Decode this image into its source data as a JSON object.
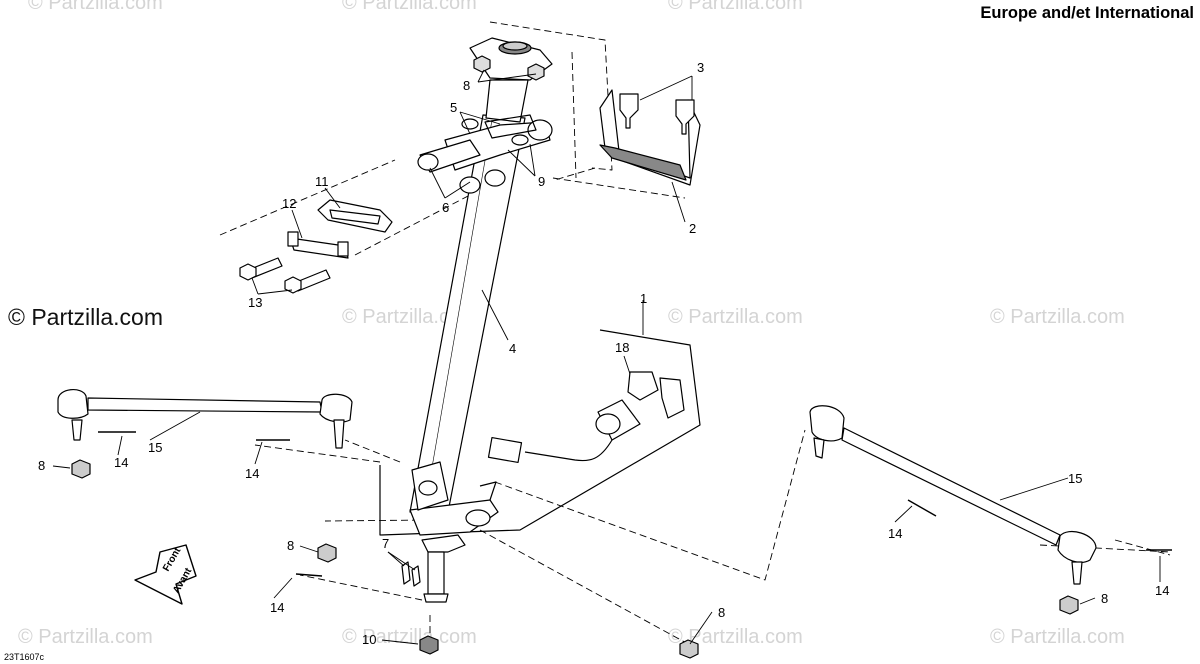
{
  "header": {
    "region_title": "Europe and/et International"
  },
  "watermarks": {
    "main": "© Partzilla.com",
    "faint": "© Partzilla.com"
  },
  "diagram_code": "23T1607c",
  "front_arrow": {
    "line1": "Front",
    "line2": "Avant"
  },
  "callouts": {
    "c1": "1",
    "c2": "2",
    "c3": "3",
    "c4": "4",
    "c5": "5",
    "c6": "6",
    "c7": "7",
    "c8": "8",
    "c9": "9",
    "c10": "10",
    "c11": "11",
    "c12": "12",
    "c13": "13",
    "c14": "14",
    "c15": "15",
    "c18": "18"
  },
  "colors": {
    "line": "#000000",
    "part_fill": "#ffffff",
    "watermark": "#d4d4d4"
  }
}
